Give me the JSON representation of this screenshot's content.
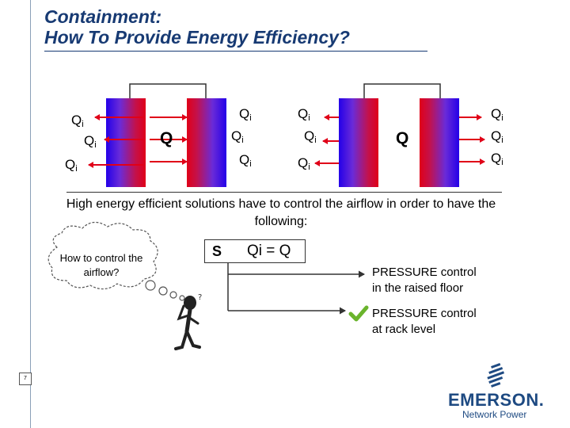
{
  "title": {
    "line1": "Containment:",
    "line2": "How To Provide Energy Efficiency?"
  },
  "heat": {
    "q_rack": "Q",
    "q_i": "Q",
    "q_i_sub": "i"
  },
  "description": "High energy efficient solutions have to control the airflow in order to have the following:",
  "cloud_question": "How to control the airflow?",
  "equation": {
    "bullet_symbol": "S",
    "text": "Qi = Q"
  },
  "options": [
    {
      "line1": "PRESSURE control",
      "line2": "in the raised floor",
      "checked": false
    },
    {
      "line1": "PRESSURE control",
      "line2": "at rack level",
      "checked": true
    }
  ],
  "page_number": "7",
  "logo": {
    "name": "EMERSON.",
    "sub": "Network Power"
  },
  "colors": {
    "title": "#173a73",
    "arrow": "#e00018",
    "rack_cold": "#2400e8",
    "rack_hot": "#e00018",
    "check": "#6ab42c",
    "logo": "#1e4a82"
  }
}
